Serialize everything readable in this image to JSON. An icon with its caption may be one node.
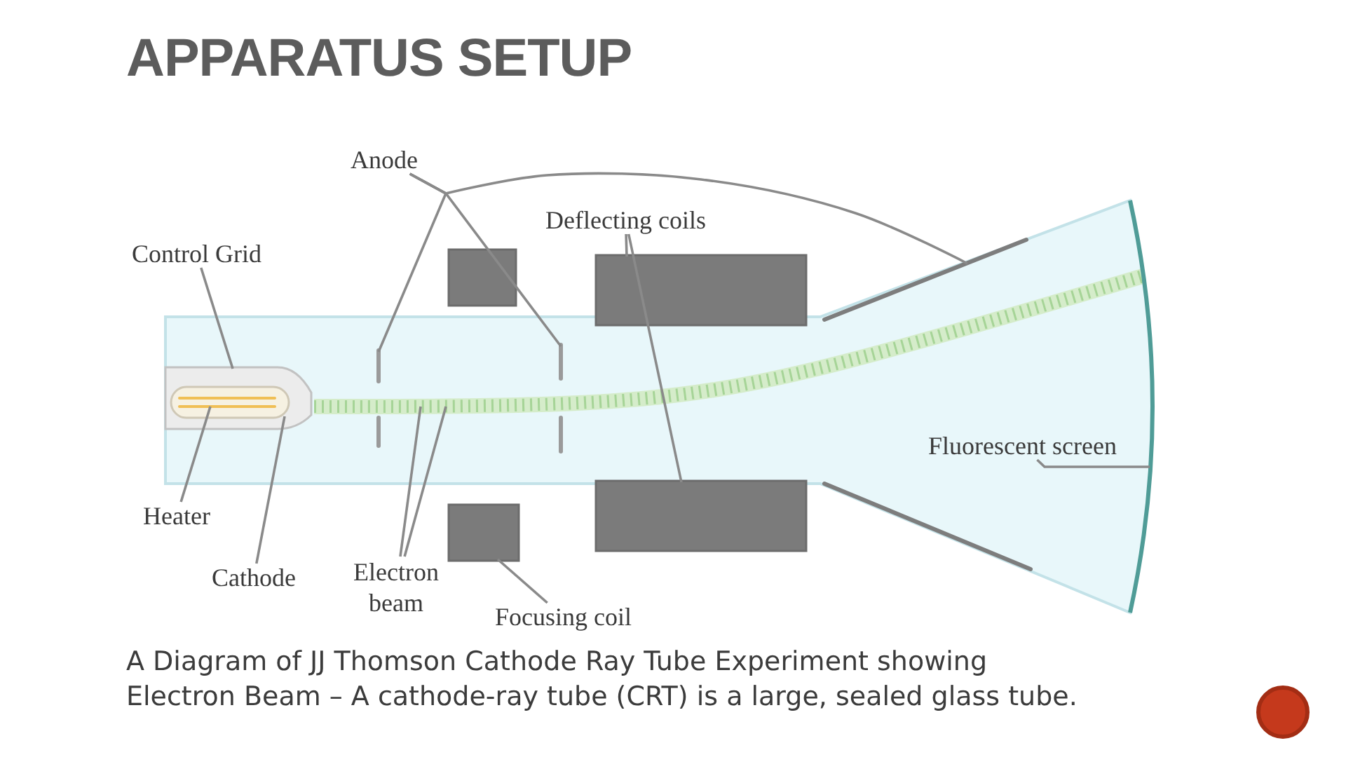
{
  "diagram": {
    "title": "APPARATUS SETUP",
    "caption": "A Diagram of JJ Thomson Cathode Ray Tube Experiment showing Electron Beam – A cathode-ray tube (CRT) is a large, sealed glass tube.",
    "nodes": [
      {
        "text": [
          "Anode"
        ]
      },
      {
        "text": [
          "Deflecting coils"
        ]
      },
      {
        "text": [
          "Control Grid"
        ]
      },
      {
        "text": [
          "Fluorescent screen"
        ]
      },
      {
        "text": [
          "Heater"
        ]
      },
      {
        "text": [
          "Electron beam"
        ]
      },
      {
        "text": [
          "Cathode"
        ]
      },
      {
        "text": [
          "Focusing coil"
        ]
      },
      {
        "text": [],
        "shape": "box"
      },
      {
        "text": [],
        "shape": "box",
        "in": 8
      },
      {
        "text": [],
        "shape": "bar",
        "in": 9
      },
      {
        "text": [],
        "shape": "bar"
      },
      {
        "text": [],
        "shape": "bar"
      },
      {
        "text": [],
        "shape": "box"
      },
      {
        "text": [],
        "shape": "box"
      },
      {
        "text": [],
        "shape": "bar"
      },
      {
        "text": [],
        "shape": "box"
      },
      {
        "text": [],
        "shape": "box"
      },
      {
        "text": [],
        "shape": "bar"
      },
      {
        "text": [],
        "shape": "arc"
      }
    ],
    "edges": [
      {
        "from": 0,
        "to": 12,
        "arrow": "none"
      },
      {
        "from": 0,
        "to": 15,
        "arrow": "none"
      },
      {
        "from": 0,
        "to": 18,
        "arrow": "none"
      },
      {
        "from": 1,
        "to": 16,
        "arrow": "none"
      },
      {
        "from": 1,
        "to": 17,
        "arrow": "none"
      },
      {
        "from": 2,
        "to": 8,
        "arrow": "none"
      },
      {
        "from": 3,
        "to": 19,
        "arrow": "none"
      },
      {
        "from": 4,
        "to": 10,
        "arrow": "none"
      },
      {
        "from": 5,
        "to": 11,
        "arrow": "none"
      },
      {
        "from": 5,
        "to": 11,
        "arrow": "none"
      },
      {
        "from": 6,
        "to": 9,
        "arrow": "none"
      },
      {
        "from": 7,
        "to": 14,
        "arrow": "none"
      }
    ]
  }
}
